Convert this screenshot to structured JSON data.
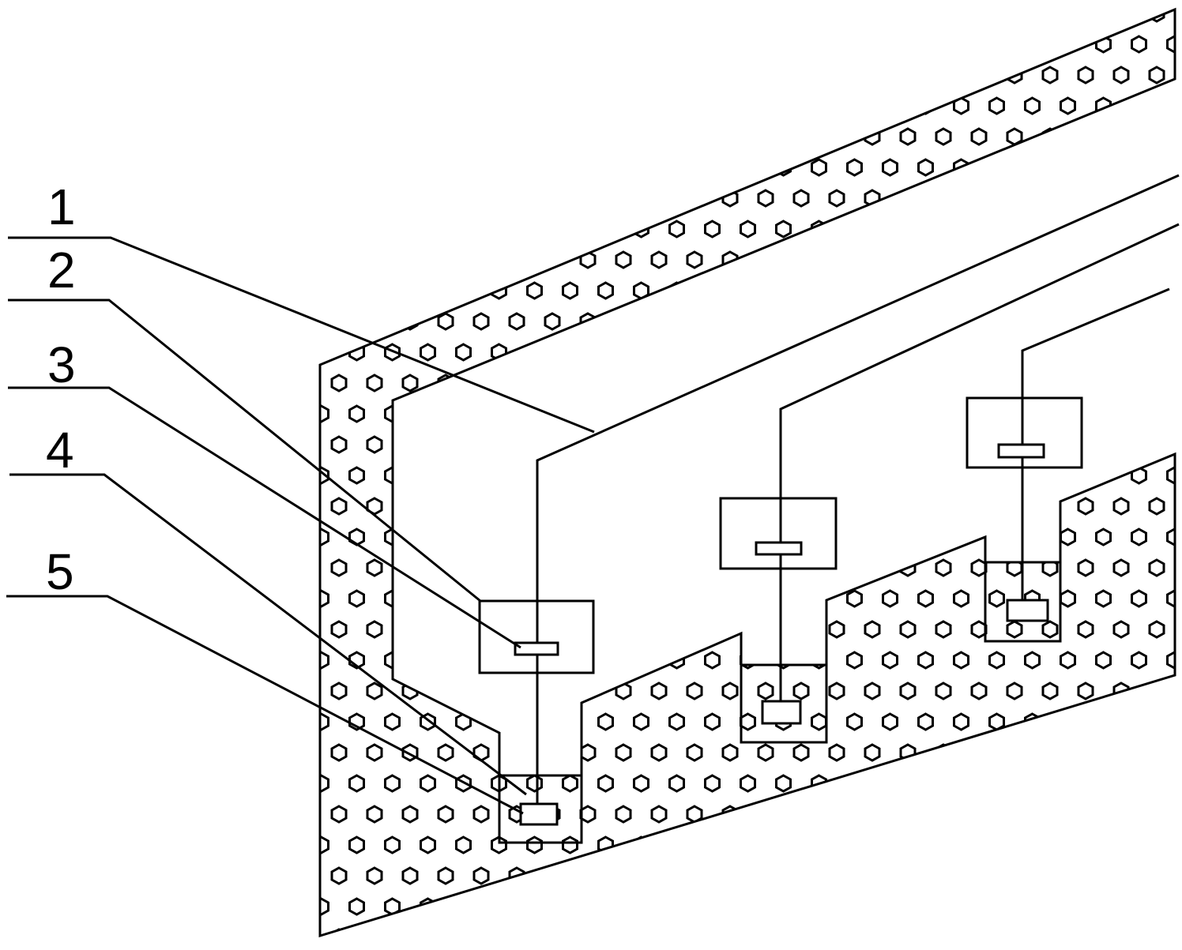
{
  "diagram": {
    "labels": [
      {
        "id": "1",
        "text": "1"
      },
      {
        "id": "2",
        "text": "2"
      },
      {
        "id": "3",
        "text": "3"
      },
      {
        "id": "4",
        "text": "4"
      },
      {
        "id": "5",
        "text": "5"
      }
    ],
    "colors": {
      "stroke": "#000000",
      "background": "#ffffff"
    },
    "hatch": "hexagon-pattern"
  }
}
